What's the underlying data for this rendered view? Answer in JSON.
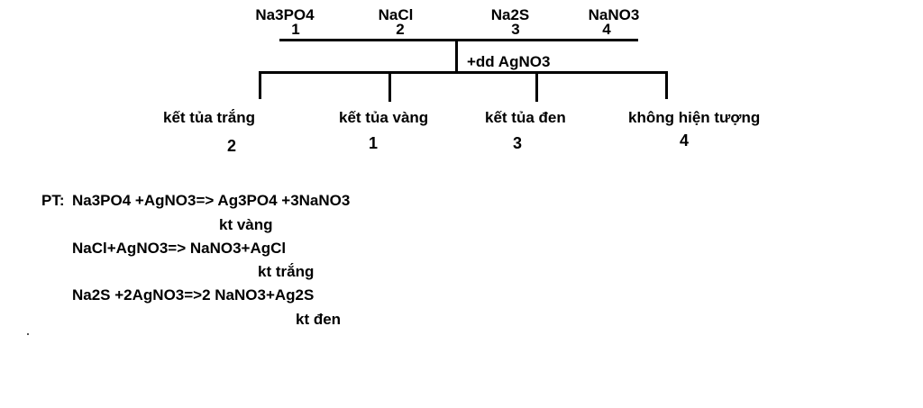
{
  "compounds": [
    {
      "name": "Na3PO4",
      "number": "1"
    },
    {
      "name": "NaCl",
      "number": "2"
    },
    {
      "name": "Na2S",
      "number": "3"
    },
    {
      "name": "NaNO3",
      "number": "4"
    }
  ],
  "reagent": "+dd AgNO3",
  "results": [
    {
      "label": "kết tủa trắng",
      "number": "2"
    },
    {
      "label": "kết tủa vàng",
      "number": "1"
    },
    {
      "label": "kết tủa đen",
      "number": "3"
    },
    {
      "label": "không hiện tượng",
      "number": "4"
    }
  ],
  "equations": {
    "prefix": "PT:",
    "lines": [
      {
        "equation": "Na3PO4 +AgNO3=> Ag3PO4 +3NaNO3",
        "note": "kt vàng"
      },
      {
        "equation": "NaCl+AgNO3=> NaNO3+AgCl",
        "note": "kt trắng"
      },
      {
        "equation": "Na2S +2AgNO3=>2 NaNO3+Ag2S",
        "note": "kt đen"
      }
    ]
  }
}
